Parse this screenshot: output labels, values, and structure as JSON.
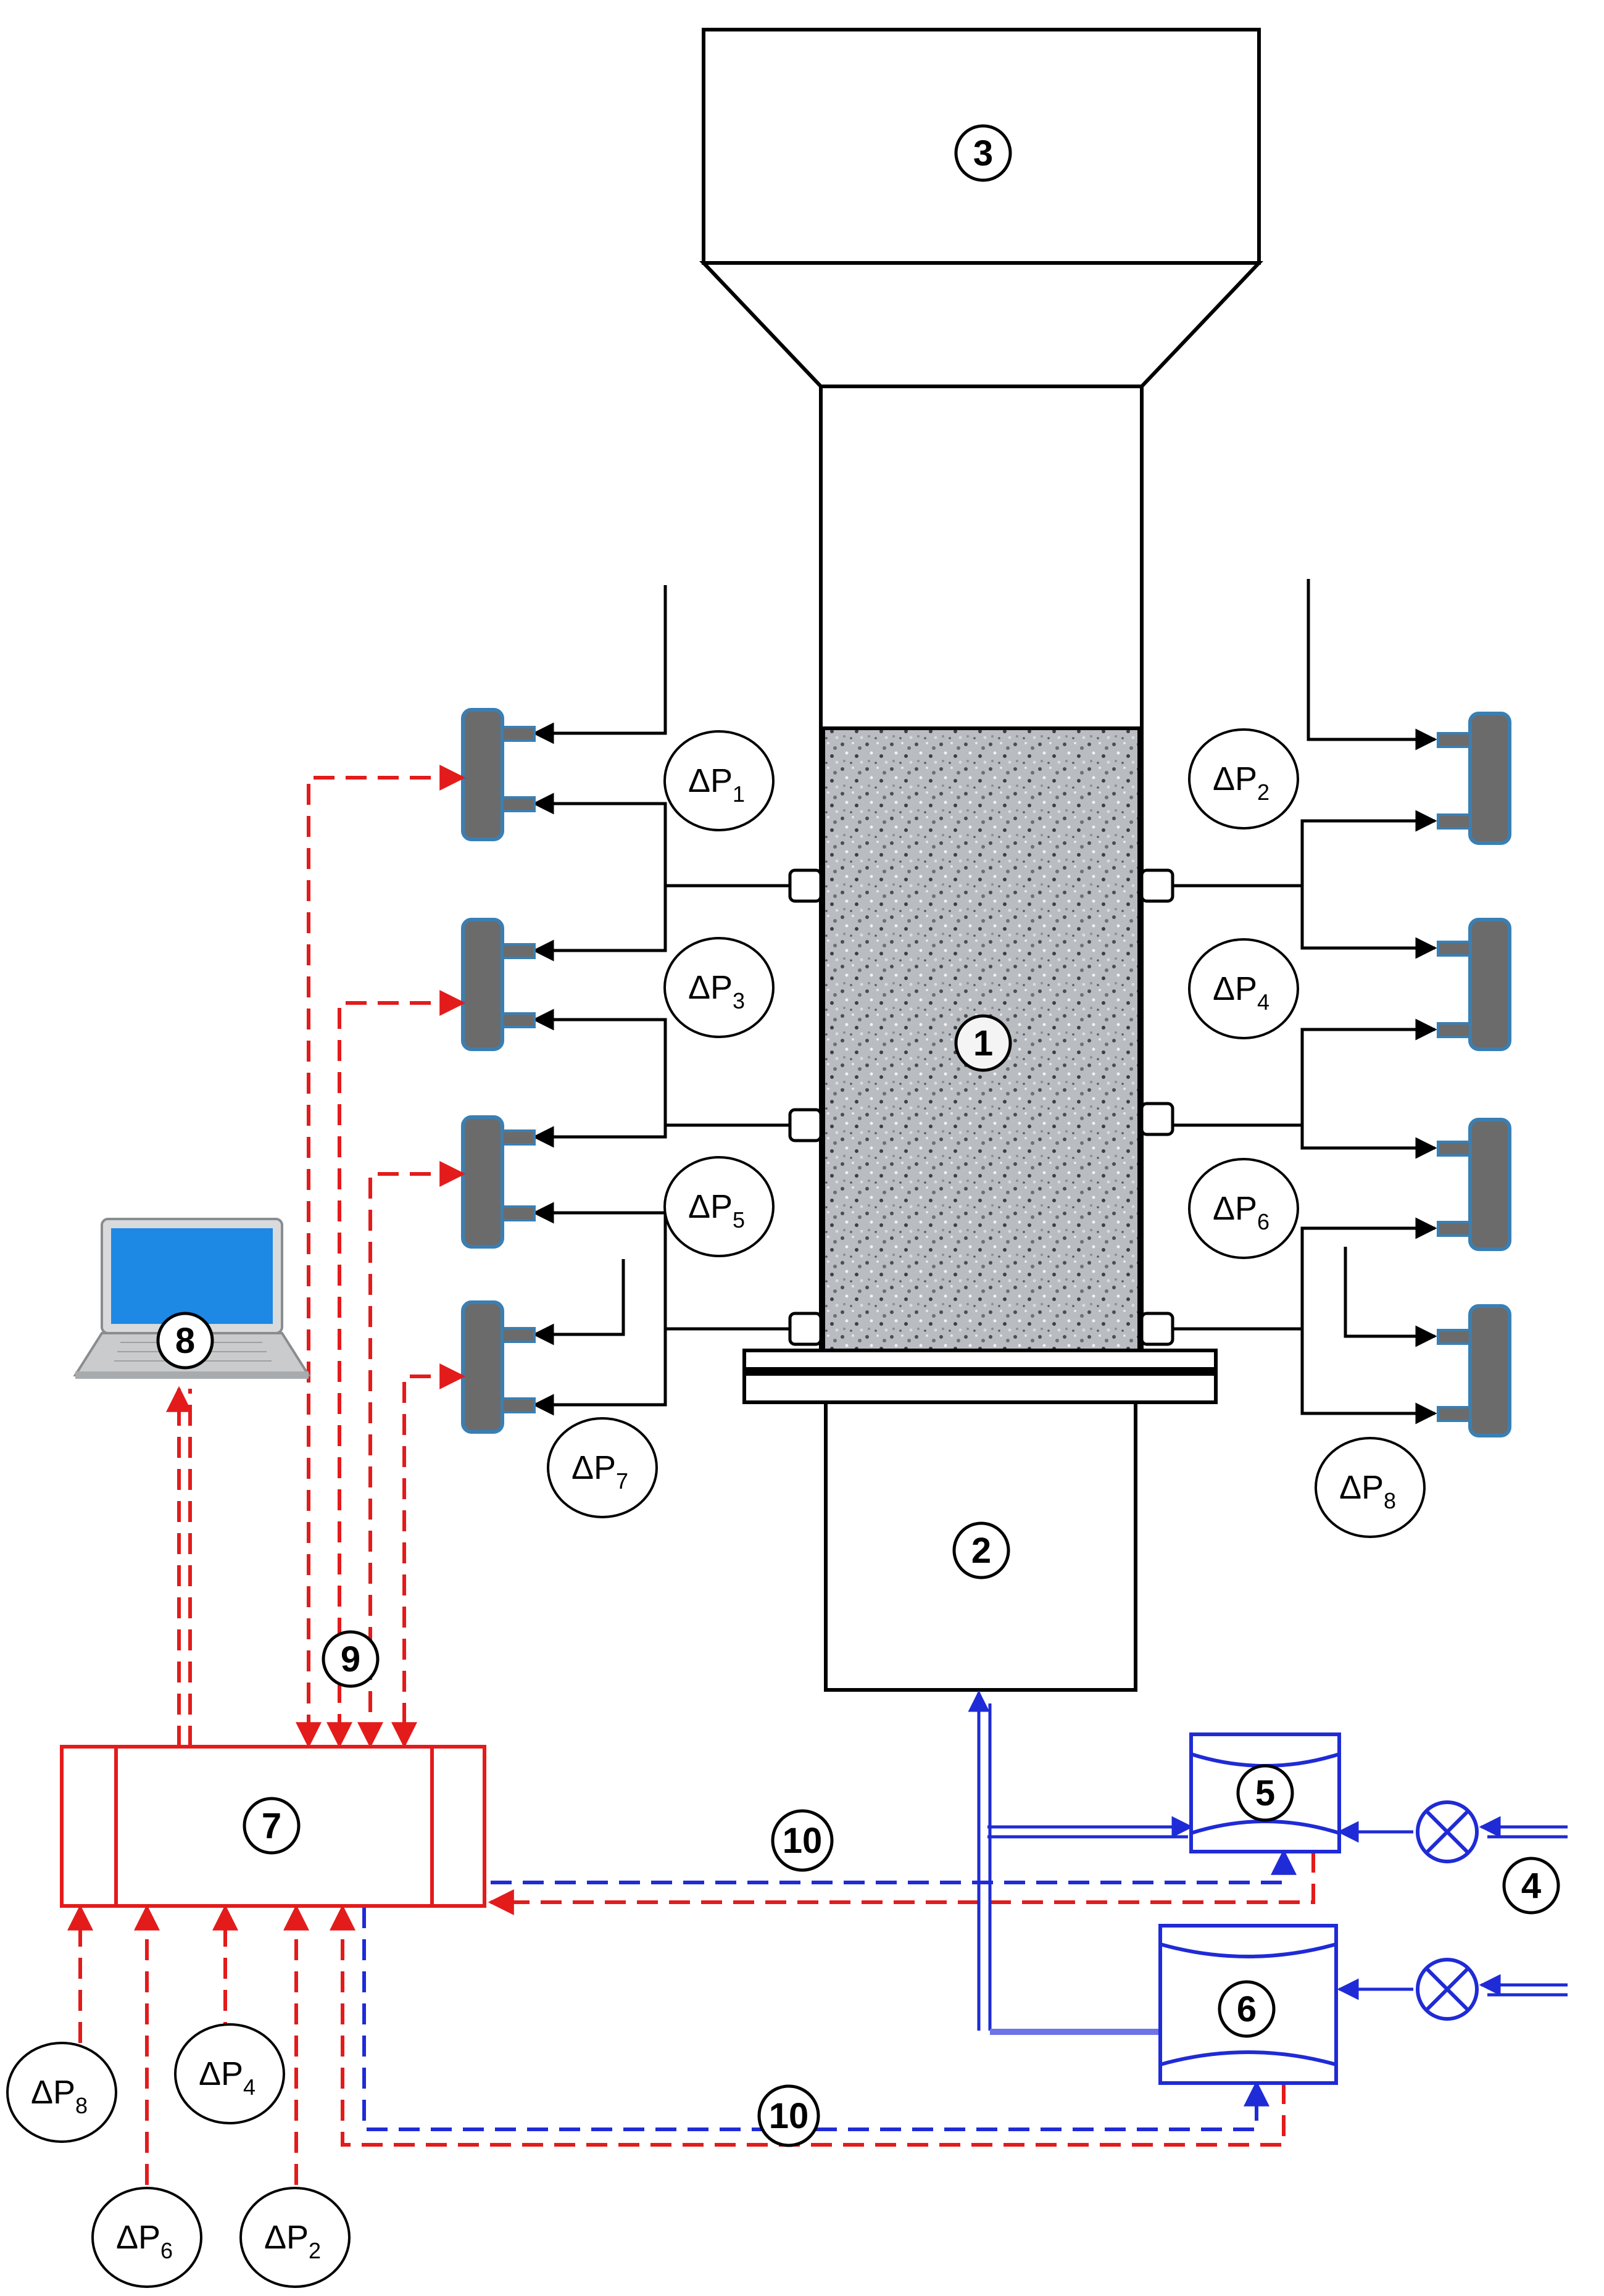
{
  "components": [
    {
      "id": "1",
      "label": "1"
    },
    {
      "id": "2",
      "label": "2"
    },
    {
      "id": "3",
      "label": "3"
    },
    {
      "id": "4",
      "label": "4"
    },
    {
      "id": "5",
      "label": "5"
    },
    {
      "id": "6",
      "label": "6"
    },
    {
      "id": "7",
      "label": "7"
    },
    {
      "id": "8",
      "label": "8"
    },
    {
      "id": "9",
      "label": "9"
    },
    {
      "id": "10a",
      "label": "10"
    },
    {
      "id": "10b",
      "label": "10"
    }
  ],
  "pressure_taps": [
    {
      "id": "dp1",
      "symbol": "ΔP",
      "sub": "1"
    },
    {
      "id": "dp2",
      "symbol": "ΔP",
      "sub": "2"
    },
    {
      "id": "dp3",
      "symbol": "ΔP",
      "sub": "3"
    },
    {
      "id": "dp4",
      "symbol": "ΔP",
      "sub": "4"
    },
    {
      "id": "dp5",
      "symbol": "ΔP",
      "sub": "5"
    },
    {
      "id": "dp6",
      "symbol": "ΔP",
      "sub": "6"
    },
    {
      "id": "dp7",
      "symbol": "ΔP",
      "sub": "7"
    },
    {
      "id": "dp8",
      "symbol": "ΔP",
      "sub": "8"
    },
    {
      "id": "dp8b",
      "symbol": "ΔP",
      "sub": "8"
    },
    {
      "id": "dp4b",
      "symbol": "ΔP",
      "sub": "4"
    },
    {
      "id": "dp6b",
      "symbol": "ΔP",
      "sub": "6"
    },
    {
      "id": "dp2b",
      "symbol": "ΔP",
      "sub": "2"
    }
  ],
  "colors": {
    "line": "#000000",
    "signal": "#e31b1b",
    "flow": "#1f2bd6",
    "transducer_fill": "#6b6b6b",
    "transducer_edge": "#3a7fb3",
    "screen": "#1e88e5"
  }
}
